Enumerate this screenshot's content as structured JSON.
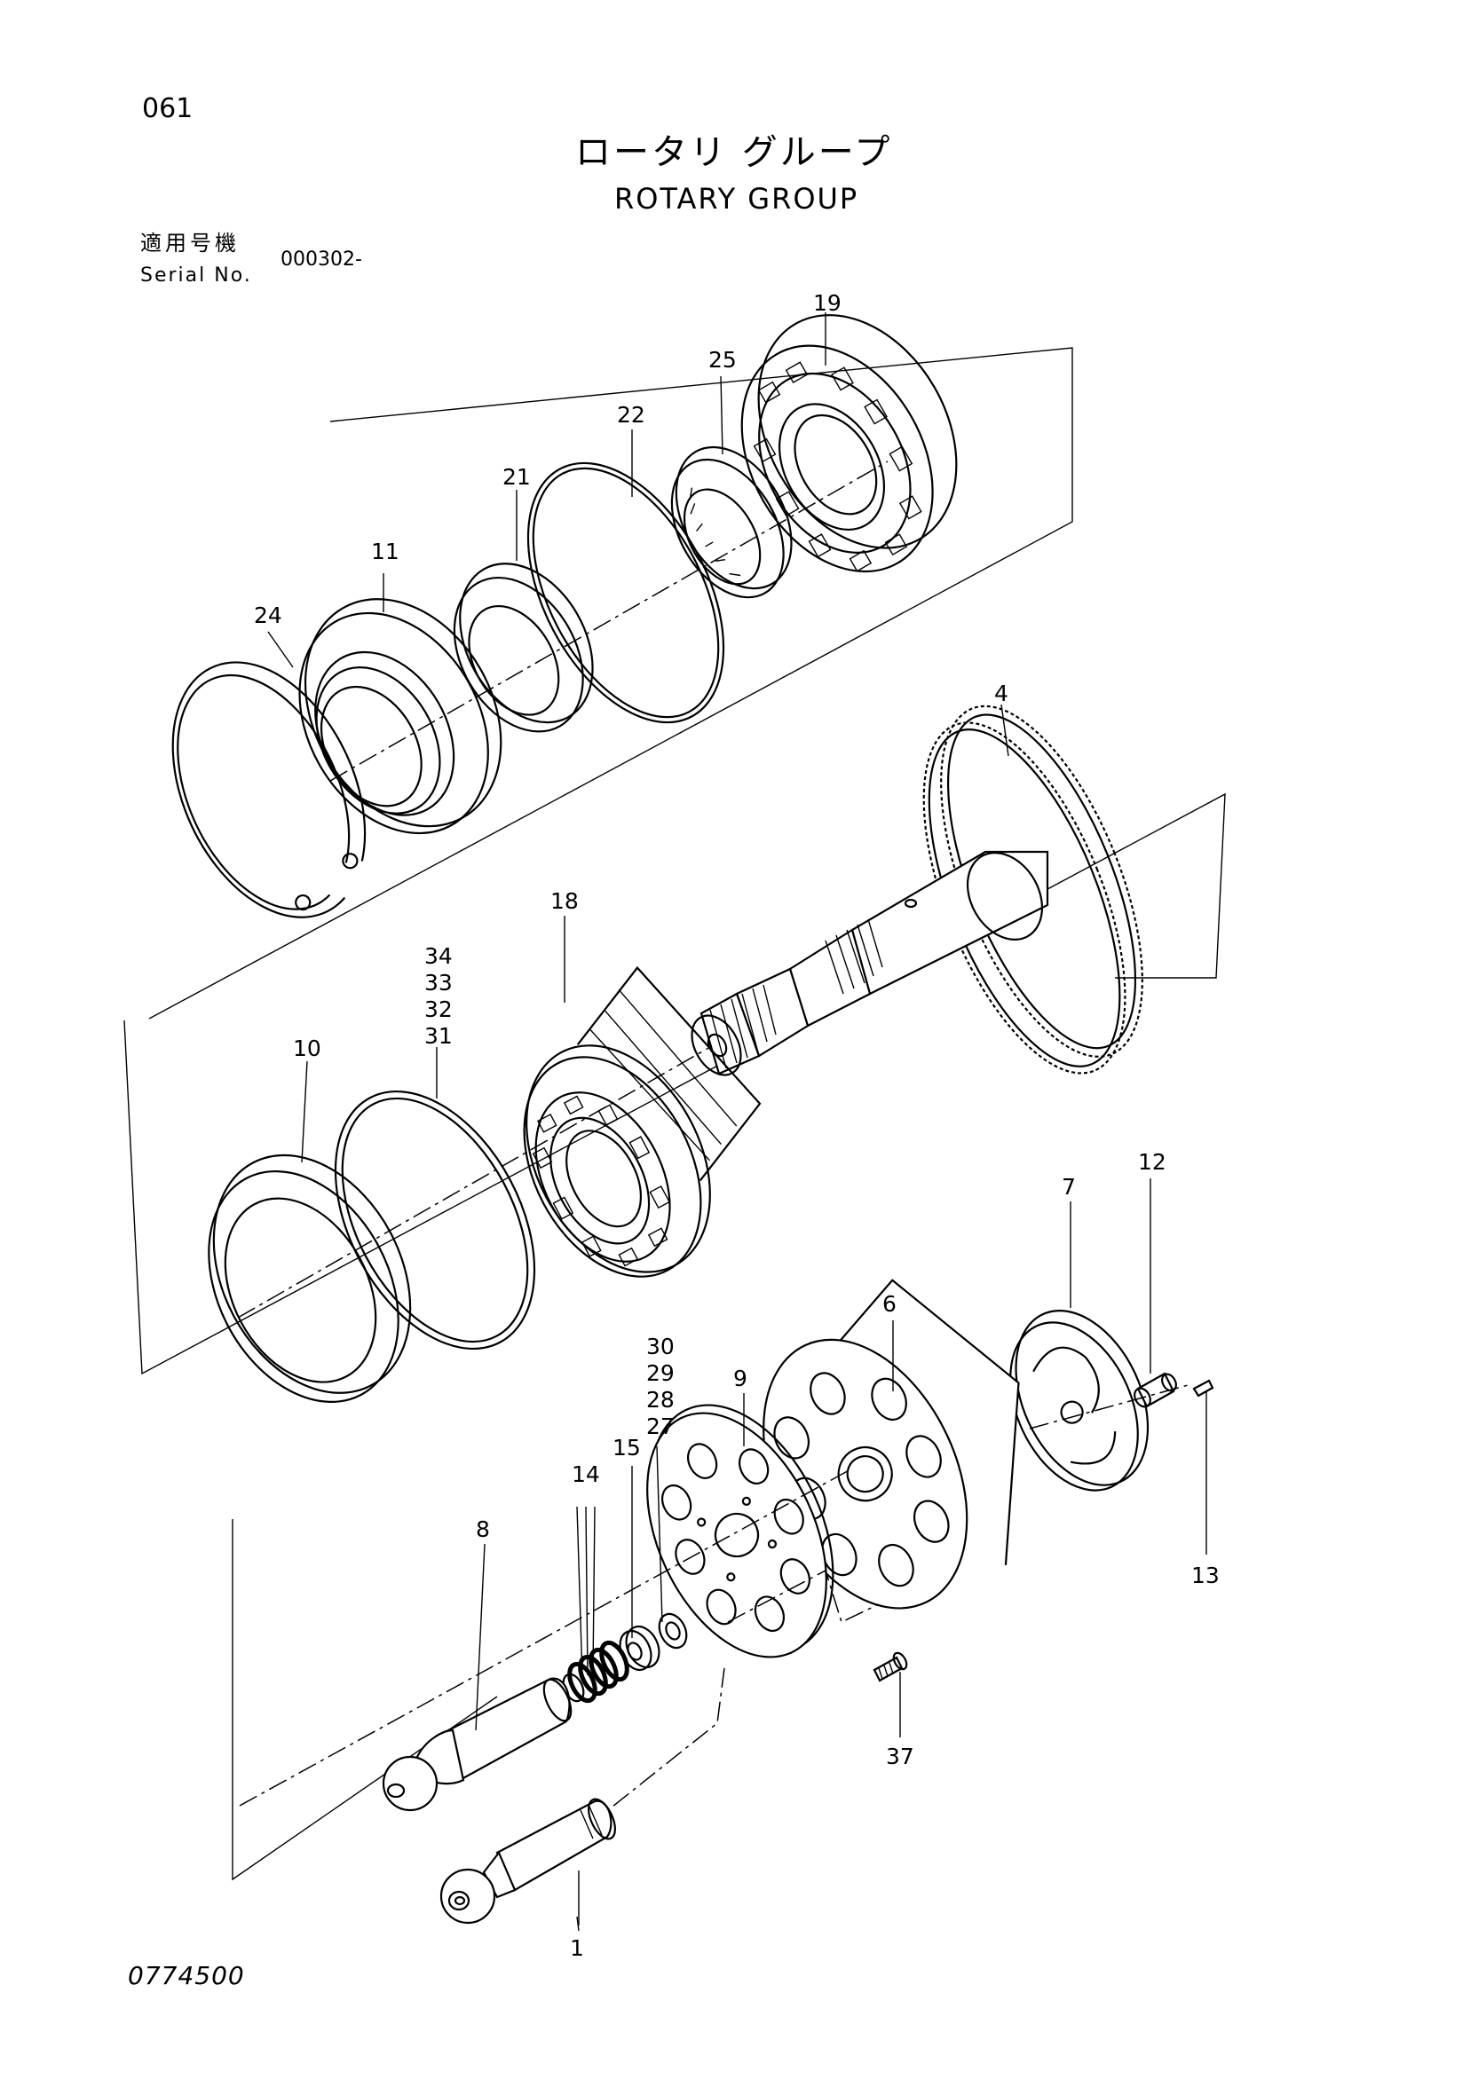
{
  "header": {
    "page_no": "061",
    "title_jp": "ロータリ グループ",
    "title_en": "ROTARY GROUP",
    "serial_label_jp": "適用号機",
    "serial_label_en": "Serial No.",
    "serial_value": "000302-"
  },
  "footer": {
    "doc_no": "0774500"
  },
  "callouts": {
    "c1": "1",
    "c4": "4",
    "c6": "6",
    "c7": "7",
    "c8": "8",
    "c9": "9",
    "c10": "10",
    "c11": "11",
    "c12": "12",
    "c13": "13",
    "c14": "14",
    "c15": "15",
    "c18": "18",
    "c19": "19",
    "c21": "21",
    "c22": "22",
    "c24": "24",
    "c25": "25",
    "c37": "37",
    "c27": "27",
    "c28": "28",
    "c29": "29",
    "c30": "30",
    "c31": "31",
    "c32": "32",
    "c33": "33",
    "c34": "34"
  },
  "icons": {
    "gear": "gear-icon",
    "bearing": "bearing-icon",
    "spring": "spring-icon"
  }
}
